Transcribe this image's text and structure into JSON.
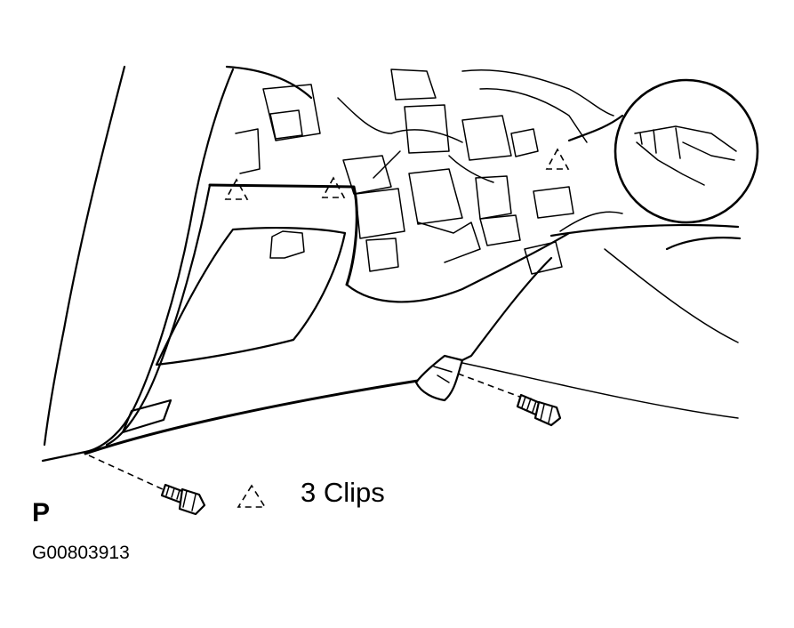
{
  "legend": {
    "symbol": "△:",
    "text": "3 Clips"
  },
  "page_letter": "P",
  "figure_code": "G00803913",
  "icons": [
    "clip-triangle-icon",
    "bolt-icon",
    "screw-icon",
    "magnifier-inset-icon"
  ]
}
